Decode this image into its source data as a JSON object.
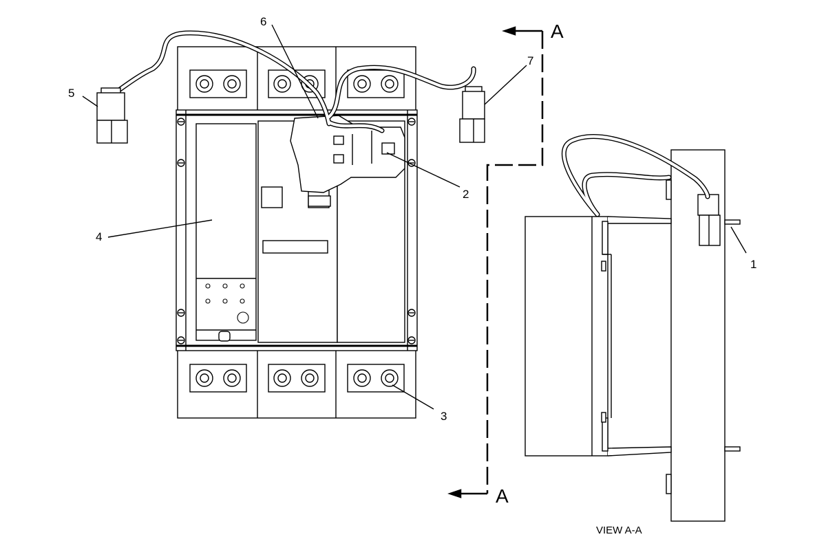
{
  "callouts": {
    "c1": "1",
    "c2": "2",
    "c3": "3",
    "c4": "4",
    "c5": "5",
    "c6": "6",
    "c7": "7"
  },
  "section": {
    "letter_top": "A",
    "letter_bottom": "A"
  },
  "view_caption": "VIEW A-A"
}
